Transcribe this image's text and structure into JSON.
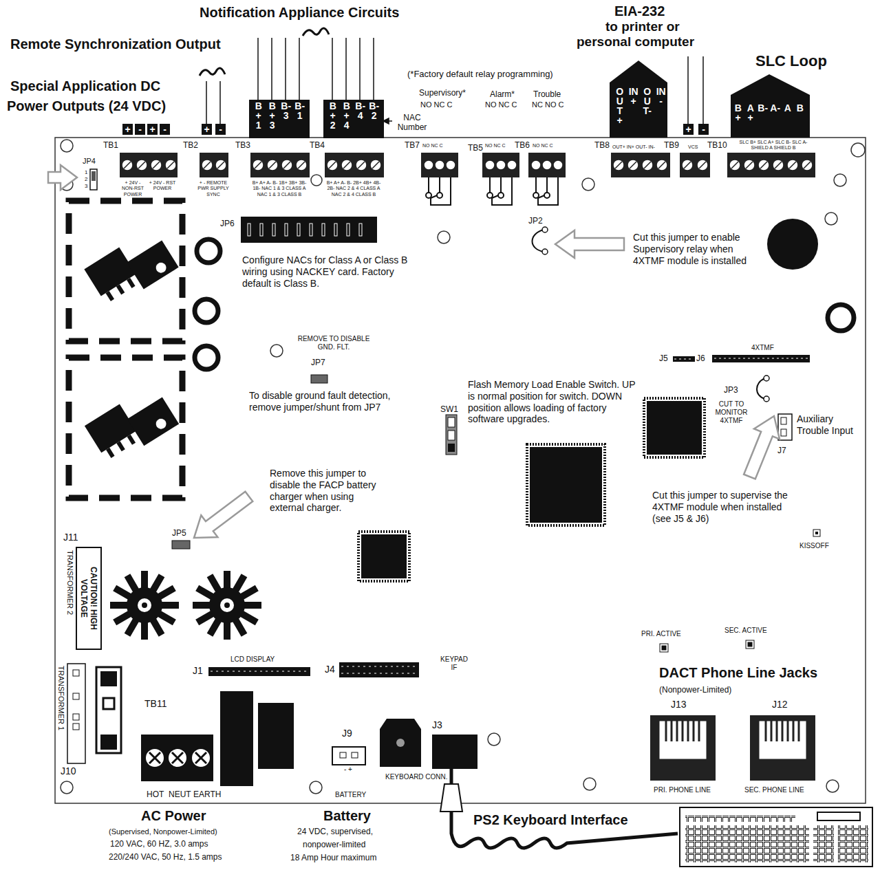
{
  "diagram": {
    "nodes": [
      {
        "text": [
          "CAUTION! HIGH VOLTAGE"
        ]
      }
    ],
    "labels": [
      "Notification Appliance Circuits",
      "Remote Synchronization Output",
      "Special Application DC",
      "Power Outputs (24 VDC)",
      "EIA-232",
      "to printer or",
      "personal computer",
      "SLC Loop",
      "(*Factory default relay programming)",
      "Supervisory*",
      "Alarm*",
      "Trouble",
      "NO NC C",
      "NO NC C",
      "NC NO C",
      "+",
      "-",
      "+",
      "-",
      "+",
      "-",
      "B+1",
      "B+3",
      "B-3",
      "B-1",
      "B+2",
      "B+4",
      "B-4",
      "B-2",
      "NAC Number",
      "OUT+",
      "IN+",
      "OUT-",
      "IN-",
      "+",
      "-",
      "B+",
      "A+",
      "B-",
      "A-",
      "A",
      "B",
      "TB1",
      "TB2",
      "TB3",
      "TB4",
      "TB7",
      "TB5",
      "TB6",
      "TB8",
      "TB9",
      "TB10",
      "JP4",
      "1",
      "2",
      "3",
      "+ 24V - NON-RST POWER",
      "+ 24V - RST POWER",
      "+ - REMOTE PWR SUPPLY SYNC",
      "B+ A+ A- B- 1B+ 3B+ 3B- 1B- NAC 1 & 3 CLASS A NAC 1 & 3 CLASS B",
      "B+ A+ A- B- 2B+ 4B+ 4B- 2B- NAC 2 & 4 CLASS A NAC 2 & 4 CLASS B",
      "NO NC C",
      "NO NC C",
      "NO NC C",
      "OUT+ IN+ OUT- IN-",
      "VCS",
      "SLC B+ SLC A+ SLC B- SLC A- SHIELD A SHIELD B",
      "JP6",
      "Configure NACs for Class A or Class B wiring using NACKEY card.  Factory default is Class B.",
      "JP2",
      "Cut this jumper to enable Supervisory relay when 4XTMF module is installed",
      "REMOVE TO DISABLE GND. FLT.",
      "JP7",
      "To disable ground fault detection, remove jumper/shunt from JP7",
      "Flash Memory Load Enable Switch. UP is normal position for switch. DOWN position allows loading of factory software upgrades.",
      "SW1",
      "J5",
      "J6",
      "4XTMF",
      "JP3",
      "CUT TO MONITOR 4XTMF",
      "Auxiliary Trouble Input",
      "J7",
      "Cut this jumper to supervise the 4XTMF module when installed (see J5 & J6)",
      "KISSOFF",
      "Remove this jumper to disable the FACP battery charger when using external charger.",
      "JP5",
      "J11",
      "TRANSFORMER 2",
      "TRANSFORMER 1",
      "J10",
      "TB11",
      "HOT",
      "NEUT",
      "EARTH",
      "LCD DISPLAY",
      "J1",
      "KEYPAD IF",
      "J4",
      "J9",
      "- +",
      "BATTERY",
      "J3",
      "KEYBOARD CONN.",
      "PRI. ACTIVE",
      "SEC. ACTIVE",
      "DACT Phone Line Jacks",
      "(Nonpower-Limited)",
      "J13",
      "J12",
      "PRI. PHONE LINE",
      "SEC. PHONE LINE",
      "AC Power",
      "(Supervised, Nonpower-Limited)",
      "120 VAC, 60 HZ, 3.0 amps",
      "220/240 VAC, 50 Hz, 1.5 amps",
      "Battery",
      "24 VDC, supervised,",
      "nonpower-limited",
      "18 Amp Hour maximum",
      "PS2 Keyboard Interface"
    ]
  }
}
